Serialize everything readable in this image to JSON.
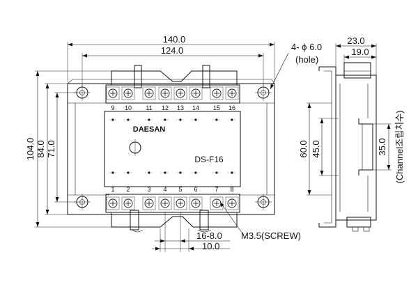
{
  "dimensions": {
    "overall_width": "140.0",
    "hole_pitch_width": "124.0",
    "hole_spec": "4- ϕ 6.0",
    "hole_note": "(hole)",
    "side_depth_total": "23.0",
    "side_depth_inner": "19.0",
    "overall_height": "104.0",
    "height_84": "84.0",
    "height_71": "71.0",
    "side_height_60": "60.0",
    "side_height_45": "45.0",
    "channel_height": "35.0",
    "channel_note": "(Channel조립치수)",
    "screw_pitch": "16-8.0",
    "screw_gap": "10.0",
    "screw_spec": "M3.5(SCREW)"
  },
  "module": {
    "brand": "DAESAN",
    "model": "DS-F16"
  },
  "terminals": {
    "top": [
      "9",
      "10",
      "11",
      "12",
      "13",
      "14",
      "15",
      "16"
    ],
    "bottom": [
      "1",
      "2",
      "3",
      "4",
      "5",
      "6",
      "7",
      "8"
    ]
  }
}
